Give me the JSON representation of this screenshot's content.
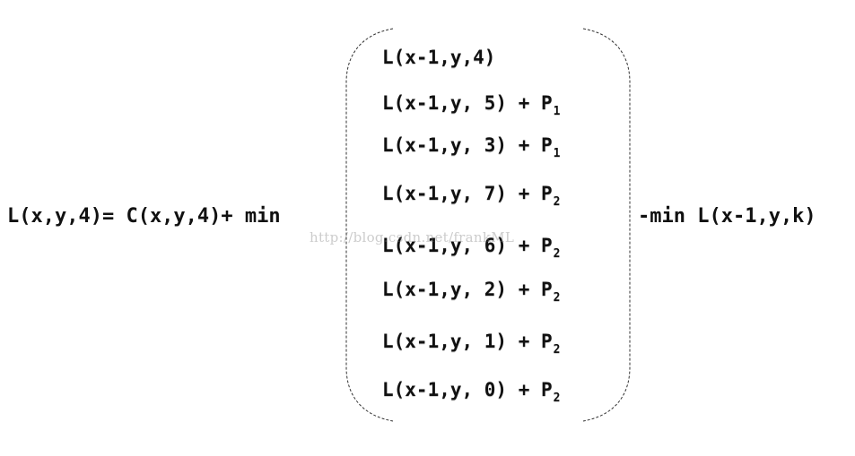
{
  "equation": {
    "lhs": "L(x,y,4)= C(x,y,4)+ min",
    "rhs_tail": "-min L(x-1,y,k)",
    "rows": [
      {
        "main": "L(x-1,y,4)",
        "penalty": "",
        "sub": ""
      },
      {
        "main": "L(x-1,y, 5) + P",
        "penalty": "",
        "sub": "1"
      },
      {
        "main": "L(x-1,y, 3) + P",
        "penalty": "",
        "sub": "1"
      },
      {
        "main": "L(x-1,y, 7) + P",
        "penalty": "",
        "sub": "2"
      },
      {
        "main": "L(x-1,y, 6) + P",
        "penalty": "",
        "sub": "2"
      },
      {
        "main": "L(x-1,y, 2) + P",
        "penalty": "",
        "sub": "2"
      },
      {
        "main": "L(x-1,y, 1) + P",
        "penalty": "",
        "sub": "2"
      },
      {
        "main": "L(x-1,y, 0) + P",
        "penalty": "",
        "sub": "2"
      }
    ]
  },
  "watermark": {
    "text": "http://blog.csdn.net/frankML"
  },
  "style": {
    "text_color": "#111111",
    "bracket_color": "#333333"
  }
}
